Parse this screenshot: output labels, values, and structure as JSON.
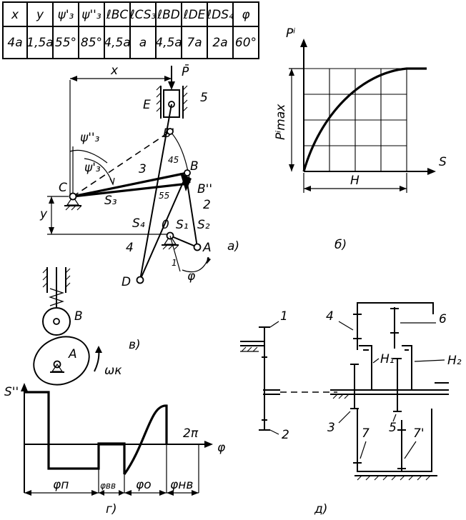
{
  "table": {
    "headers": [
      "x",
      "y",
      "ψ'₃",
      "ψ''₃",
      "ℓBC",
      "ℓCS₃",
      "ℓBD",
      "ℓDE",
      "ℓDS₄",
      "φ"
    ],
    "values": [
      "4a",
      "1,5a",
      "55°",
      "85°",
      "4,5a",
      "a",
      "4,5a",
      "7a",
      "2a",
      "60°"
    ]
  },
  "mechanism": {
    "P": "P̄",
    "x": "x",
    "y": "y",
    "E": "E",
    "five": "5",
    "B1": "B'",
    "B": "B",
    "B2": "B''",
    "psi2": "ψ''₃",
    "psi1": "ψ'₃",
    "three": "3",
    "angle45": "45",
    "angle55": "55",
    "C": "C",
    "S3": "S₃",
    "two": "2",
    "S4": "S₄",
    "O": "0",
    "S1": "S₁",
    "S2": "S₂",
    "A": "A",
    "four": "4",
    "D": "D",
    "one": "1",
    "phi": "φ",
    "caption": "а)"
  },
  "force_graph": {
    "ylabel": "Pⁱ",
    "ymax_label": "Pⁱmax",
    "xlabel": "S",
    "H": "H",
    "caption": "б)"
  },
  "cam": {
    "B": "B",
    "A": "A",
    "omega": "ωк",
    "caption": "в)"
  },
  "motion_law": {
    "ylabel": "S''",
    "xlabel": "φ",
    "two_pi": "2π",
    "phi_p": "φп",
    "phi_vv": "φвв",
    "phi_o": "φо",
    "phi_nv": "φнв",
    "caption": "г)"
  },
  "gears": {
    "g1": "1",
    "g2": "2",
    "g3": "3",
    "g4": "4",
    "g5": "5",
    "g6": "6",
    "g7": "7",
    "g7p": "7'",
    "H1": "H₁",
    "H2": "H₂",
    "caption": "д)"
  }
}
